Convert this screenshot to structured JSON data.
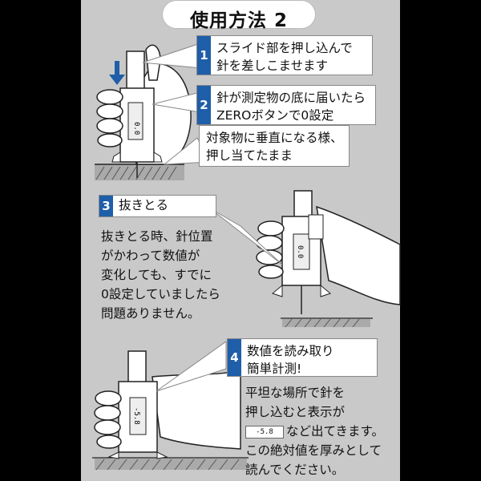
{
  "title": "使用方法 2",
  "steps": [
    {
      "num": "1",
      "text": "スライド部を押し込んで\n針を差しこませます"
    },
    {
      "num": "2",
      "text": "針が測定物の底に届いたら\nZEROボタンで0設定"
    },
    {
      "num": "",
      "text": "対象物に垂直になる様、\n押し当てたまま"
    },
    {
      "num": "3",
      "text": "抜きとる"
    },
    {
      "num": "4",
      "text": "数値を読み取り\n簡単計測!"
    }
  ],
  "note_step3": "抜きとる時、針位置\nがかわって数値が\n変化しても、すでに\n0設定していましたら\n問題ありません。",
  "note_step4_before": "平坦な場所で針を\n押し込むと表示が",
  "lcd_reading": "-5.8",
  "note_step4_chip_suffix": "など出てきます。",
  "note_step4_after": "この絶対値を厚みとして\n読んでください。",
  "gauge_readout_2": "0.0",
  "gauge_readout_3": "0.0",
  "gauge_readout_4": "-5.8",
  "colors": {
    "accent": "#1f5ea8",
    "panel": "#c9c9c9",
    "frame": "#000000"
  }
}
